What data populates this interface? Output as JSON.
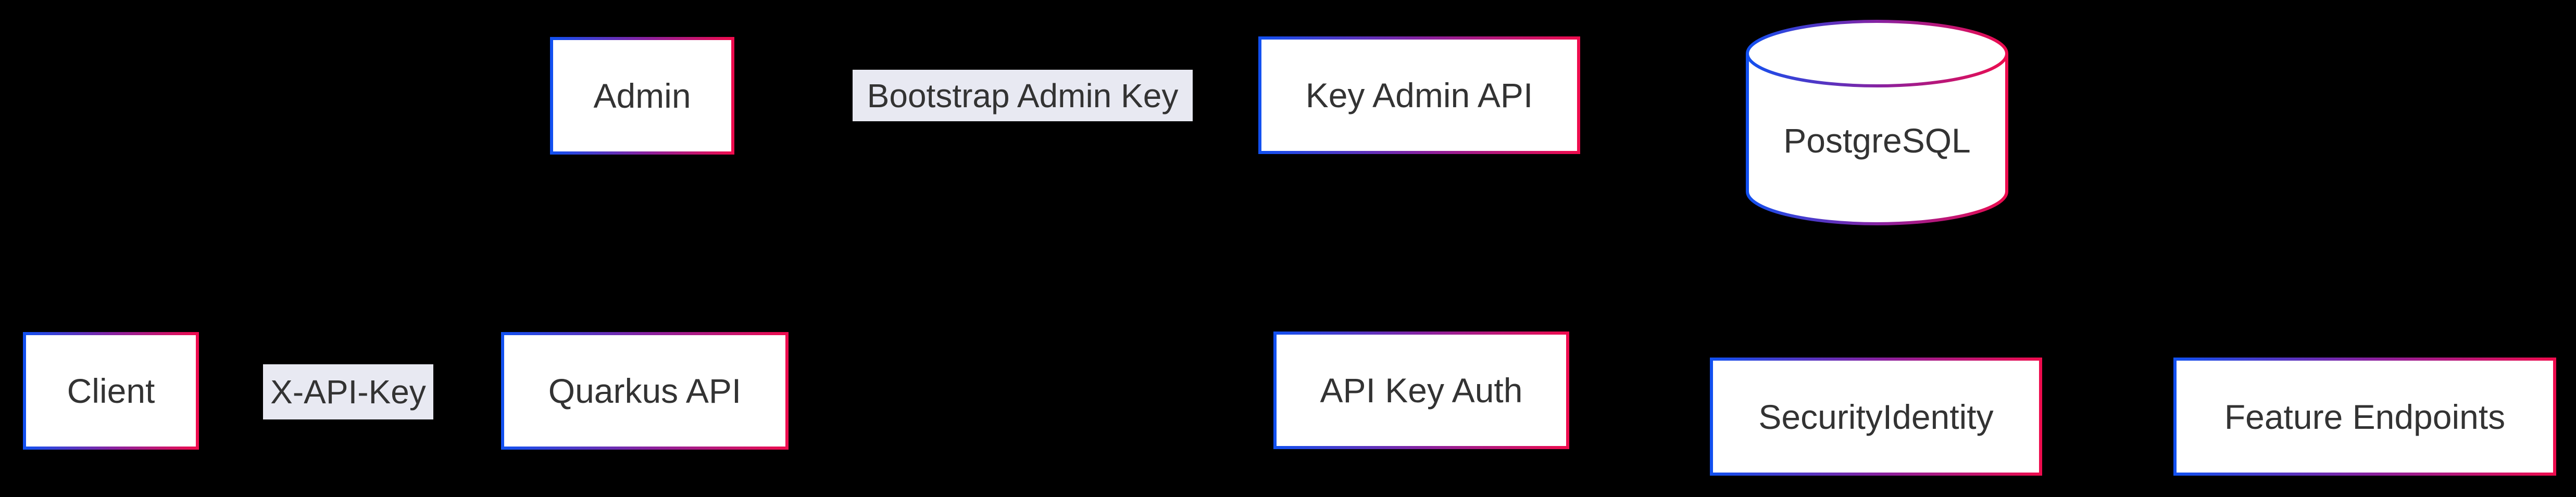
{
  "diagram": {
    "type": "flowchart",
    "background_color": "#000000",
    "node_fill": "#ffffff",
    "node_text_color": "#333333",
    "node_border_gradient": {
      "start": "#1250f0",
      "mid": "#8a219f",
      "end": "#ee0c4e"
    },
    "edge_label_background": "#e8e9f2",
    "edge_label_text_color": "#333333",
    "nodes": [
      {
        "id": "admin",
        "label": "Admin",
        "shape": "rectangle"
      },
      {
        "id": "key-admin-api",
        "label": "Key Admin API",
        "shape": "rectangle"
      },
      {
        "id": "postgresql",
        "label": "PostgreSQL",
        "shape": "cylinder"
      },
      {
        "id": "client",
        "label": "Client",
        "shape": "rectangle"
      },
      {
        "id": "quarkus-api",
        "label": "Quarkus API",
        "shape": "rectangle"
      },
      {
        "id": "api-key-auth",
        "label": "API Key Auth",
        "shape": "rectangle"
      },
      {
        "id": "security-identity",
        "label": "SecurityIdentity",
        "shape": "rectangle"
      },
      {
        "id": "feature-endpoints",
        "label": "Feature Endpoints",
        "shape": "rectangle"
      }
    ],
    "edge_labels": [
      {
        "id": "bootstrap-admin-key",
        "label": "Bootstrap Admin Key"
      },
      {
        "id": "x-api-key",
        "label": "X-API-Key"
      }
    ]
  }
}
